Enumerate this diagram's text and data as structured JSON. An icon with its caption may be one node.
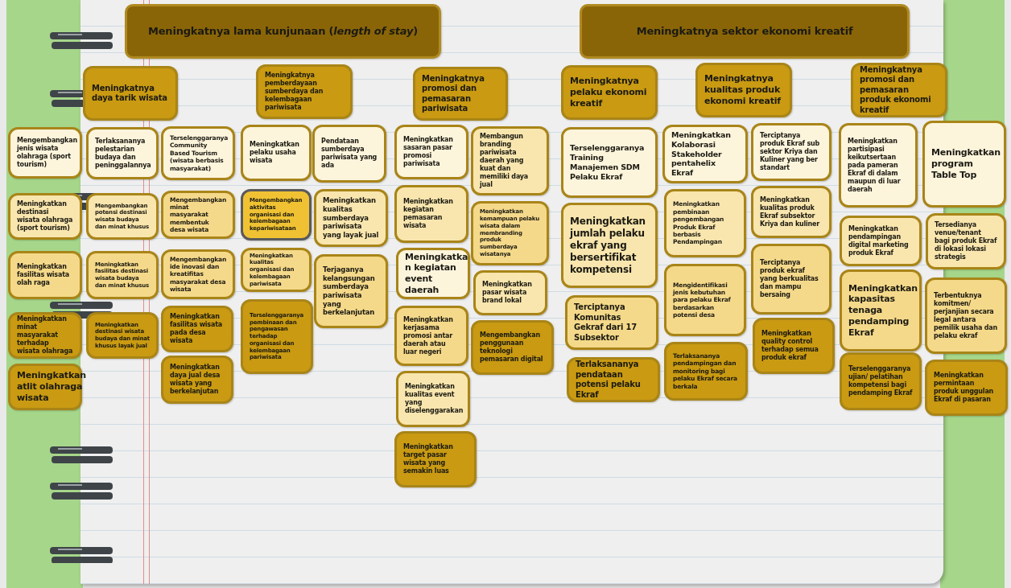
{
  "diagram": {
    "nodes": [
      {
        "text": [
          "Meningkatnya lama kunjunaan (*length of stay*)"
        ]
      },
      {
        "text": [
          "Meningkatnya sektor ekonomi kreatif"
        ]
      },
      {
        "text": [
          "Meningkatnya daya tarik wisata"
        ]
      },
      {
        "text": [
          "Meningkatnya pemberdayaan sumberdaya dan kelembagaan pariwisata"
        ]
      },
      {
        "text": [
          "Meningkatnya promosi dan pemasaran pariwisata"
        ]
      },
      {
        "text": [
          "Meningkatnya pelaku ekonomi kreatif"
        ]
      },
      {
        "text": [
          "Meningkatnya kualitas produk ekonomi kreatif"
        ]
      },
      {
        "text": [
          "Meningkatnya promosi dan pemasaran produk ekonomi kreatif"
        ]
      },
      {
        "text": [
          "Mengembangkan jenis wisata olahraga (sport tourism)"
        ]
      },
      {
        "text": [
          "Meningkatkan destinasi wisata olahraga (sport tourism)"
        ]
      },
      {
        "text": [
          "Meningkatkan fasilitas wisata olah raga"
        ]
      },
      {
        "text": [
          "Meningkatkan minat masyarakat terhadap wisata olahraga"
        ]
      },
      {
        "text": [
          "Meningkatkan atlit olahraga wisata"
        ]
      },
      {
        "text": [
          "Terlaksananya pelestarian budaya dan peninggalannya"
        ]
      },
      {
        "text": [
          "Mengembangkan potensi destinasi wisata budaya dan minat khusus"
        ]
      },
      {
        "text": [
          "Meningkatkan fasilitas destinasi wisata budaya dan minat khusus"
        ]
      },
      {
        "text": [
          "Meningkatkan destinasi wisata budaya dan minat khusus layak jual"
        ]
      },
      {
        "text": [
          "Terselenggaranya Community Based Tourism (wisata berbasis masyarakat)"
        ]
      },
      {
        "text": [
          "Mengembangkan minat masyarakat membentuk desa wisata"
        ]
      },
      {
        "text": [
          "Mengembangkan ide inovasi dan kreatifitas masyarakat desa wisata"
        ]
      },
      {
        "text": [
          "Meningkatkan fasilitas wisata pada desa wisata"
        ]
      },
      {
        "text": [
          "Meningkatkan daya jual desa wisata yang berkelanjutan"
        ]
      },
      {
        "text": [
          "Meningkatkan pelaku usaha wisata"
        ]
      },
      {
        "text": [
          "Mengembangkan aktivitas organisasi dan kelembagaan kepariwisataan"
        ]
      },
      {
        "text": [
          "Meningkatkan kualitas organisasi dan kelembagaan pariwisata"
        ]
      },
      {
        "text": [
          "Terselenggaranya pembinaan dan pengawasan terhadap organisasi dan kelembagaan pariwisata"
        ]
      },
      {
        "text": [
          "Pendataan sumberdaya pariwisata yang ada"
        ]
      },
      {
        "text": [
          "Meningkatkan kualitas sumberdaya pariwisata yang layak jual"
        ]
      },
      {
        "text": [
          "Terjaganya kelangsungan sumberdaya pariwisata yang berkelanjutan"
        ]
      },
      {
        "text": [
          "Meningkatkan sasaran pasar promosi pariwisata"
        ]
      },
      {
        "text": [
          "Meningkatkan kegiatan pemasaran wisata"
        ]
      },
      {
        "text": [
          "Meningkatka n kegiatan event daerah"
        ]
      },
      {
        "text": [
          "Meningkatkan kerjasama promosi antar daerah atau luar negeri"
        ]
      },
      {
        "text": [
          "Meningkatkan kualitas event yang diselenggarakan"
        ]
      },
      {
        "text": [
          "Meningkatkan target pasar wisata yang semakin luas"
        ]
      },
      {
        "text": [
          "Membangun branding pariwisata daerah yang kuat dan memiliki daya jual"
        ]
      },
      {
        "text": [
          "Meningkatkan kemampuan pelaku wisata dalam membranding produk sumberdaya wisatanya"
        ]
      },
      {
        "text": [
          "Meningkatkan pasar wisata brand lokal"
        ]
      },
      {
        "text": [
          "Mengembangkan penggunaan teknologi pemasaran digital"
        ]
      },
      {
        "text": [
          "Terselenggaranya Training Manajemen SDM Pelaku Ekraf"
        ]
      },
      {
        "text": [
          "Meningkatkan jumlah pelaku ekraf yang bersertifikat kompetensi"
        ]
      },
      {
        "text": [
          "Terciptanya Komunitas Gekraf dari 17 Subsektor"
        ]
      },
      {
        "text": [
          "Terlaksananya pendataan potensi pelaku Ekraf"
        ]
      },
      {
        "text": [
          "Meningkatkan Kolaborasi Stakeholder pentahelix Ekraf"
        ]
      },
      {
        "text": [
          "Meningkatkan pembinaan pengembangan Produk Ekraf berbasis Pendampingan"
        ]
      },
      {
        "text": [
          "Mengidentifikasi jenis kebutuhan para pelaku Ekraf berdasarkan potensi desa"
        ]
      },
      {
        "text": [
          "Terlaksananya pendampingan dan monitoring bagi pelaku Ekraf secara berkala"
        ]
      },
      {
        "text": [
          "Terciptanya produk Ekraf sub sektor Kriya dan Kuliner yang ber standart"
        ]
      },
      {
        "text": [
          "Meningkatkan kualitas produk Ekraf subsektor Kriya dan kuliner"
        ]
      },
      {
        "text": [
          "Terciptanya produk ekraf yang berkualitas dan mampu bersaing"
        ]
      },
      {
        "text": [
          "Meningkatkan quality control terhadap semua produk ekraf"
        ]
      },
      {
        "text": [
          "Meningkatkan partisipasi keikutsertaan pada pameran Ekraf di dalam maupun di luar daerah"
        ]
      },
      {
        "text": [
          "Meningkatkan pendampingan digital marketing produk Ekraf"
        ]
      },
      {
        "text": [
          "Meningkatkan kapasitas tenaga pendamping Ekraf"
        ]
      },
      {
        "text": [
          "Terselenggaranya ujian/ pelatihan kompetensi bagi pendamping Ekraf"
        ]
      },
      {
        "text": [
          "Meningkatkan program Table Top"
        ]
      },
      {
        "text": [
          "Tersedianya venue/tenant bagi produk Ekraf di lokasi lokasi strategis"
        ]
      },
      {
        "text": [
          "Terbentuknya komitmen/ perjanjian secara legal antara pemilik usaha dan pelaku ekraf"
        ]
      },
      {
        "text": [
          "Meningkatkan permintaan produk unggulan Ekraf di pasaran"
        ]
      }
    ]
  }
}
